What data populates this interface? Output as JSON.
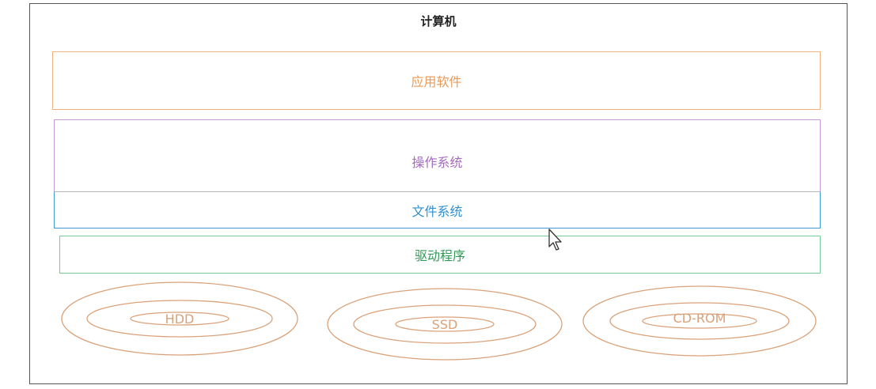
{
  "diagram": {
    "title": "计算机",
    "layers": {
      "application": "应用软件",
      "operating_system": "操作系统",
      "file_system": "文件系统",
      "driver": "驱动程序"
    },
    "devices": [
      {
        "label": "HDD",
        "icon": "disk-platter-icon"
      },
      {
        "label": "SSD",
        "icon": "disk-platter-icon"
      },
      {
        "label": "CD-ROM",
        "icon": "disk-platter-icon"
      }
    ],
    "colors": {
      "application": "#e99a58",
      "operating_system": "#a56bbd",
      "file_system": "#2f8fd0",
      "driver": "#2f9a57",
      "device": "#d9a27a"
    }
  }
}
